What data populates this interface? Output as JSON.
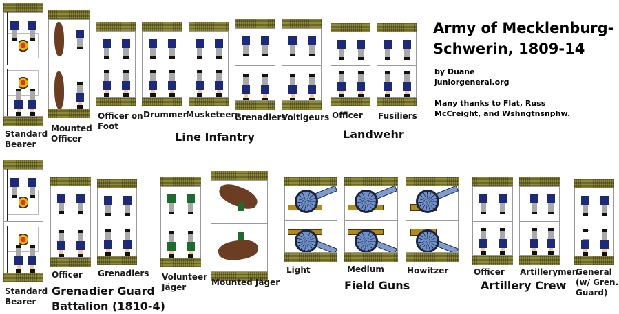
{
  "header": {
    "title_line1": "Army of Mecklenburg-",
    "title_line2": "Schwerin, 1809-14",
    "author": "by Duane",
    "site": "juniorgeneral.org",
    "thanks_line1": "Many thanks to Flat, Russ",
    "thanks_line2": "McCreight, and Wshngtnsnphw."
  },
  "colors": {
    "coat_blue": "#1c2a78",
    "trousers_grey": "#a9a9a9",
    "ground_olive": "#6b6a2e",
    "jager_green": "#1e6b2e",
    "facing_red": "#d02a2a",
    "gun_blue": "#7f9ccf",
    "brass": "#b08a1c"
  },
  "sections": {
    "line_infantry": "Line Infantry",
    "landwehr": "Landwehr",
    "grenadier_guard_line1": "Grenadier Guard",
    "grenadier_guard_line2": "Battalion (1810-4)",
    "field_guns": "Field Guns",
    "artillery_crew": "Artillery Crew"
  },
  "row1": [
    {
      "id": "standard-bearer",
      "label_line1": "Standard",
      "label_line2": "Bearer"
    },
    {
      "id": "mounted-officer",
      "label_line1": "Mounted",
      "label_line2": "Officer"
    },
    {
      "id": "officer-on-foot",
      "label_line1": "Officer on",
      "label_line2": "Foot"
    },
    {
      "id": "drummer",
      "label_line1": "Drummer",
      "label_line2": ""
    },
    {
      "id": "musketeers",
      "label_line1": "Musketeers",
      "label_line2": ""
    },
    {
      "id": "grenadiers",
      "label_line1": "Grenadiers",
      "label_line2": ""
    },
    {
      "id": "voltigeurs",
      "label_line1": "Voltigeurs",
      "label_line2": ""
    },
    {
      "id": "landwehr-officer",
      "label_line1": "Officer",
      "label_line2": ""
    },
    {
      "id": "fusiliers",
      "label_line1": "Fusiliers",
      "label_line2": ""
    }
  ],
  "row2": [
    {
      "id": "guard-standard-bearer",
      "label_line1": "Standard",
      "label_line2": "Bearer"
    },
    {
      "id": "guard-officer",
      "label_line1": "Officer",
      "label_line2": ""
    },
    {
      "id": "guard-grenadiers",
      "label_line1": "Grenadiers",
      "label_line2": ""
    },
    {
      "id": "volunteer-jager",
      "label_line1": "Volunteer",
      "label_line2": "Jäger"
    },
    {
      "id": "mounted-jager",
      "label_line1": "Mounted Jäger",
      "label_line2": ""
    },
    {
      "id": "light-gun",
      "label_line1": "Light",
      "label_line2": ""
    },
    {
      "id": "medium-gun",
      "label_line1": "Medium",
      "label_line2": ""
    },
    {
      "id": "howitzer",
      "label_line1": "Howitzer",
      "label_line2": ""
    },
    {
      "id": "artillery-officer",
      "label_line1": "Officer",
      "label_line2": ""
    },
    {
      "id": "artillerymen",
      "label_line1": "Artillerymen",
      "label_line2": ""
    },
    {
      "id": "general",
      "label_line1": "General",
      "label_line2": "(w/ Gren.",
      "label_line3": "Guard)"
    }
  ]
}
